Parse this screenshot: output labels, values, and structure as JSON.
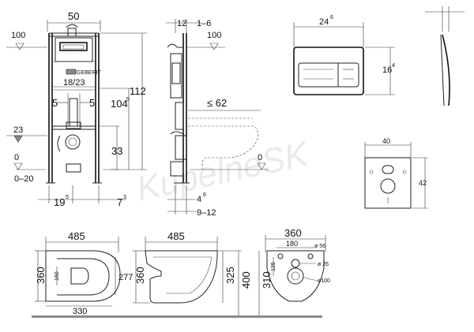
{
  "watermark": "KupelneSK",
  "front_view": {
    "width": "50",
    "level_left": "100",
    "badge": "18/23",
    "inner_left": "5",
    "inner_right": "5",
    "height_total": "112",
    "height_mid": "104",
    "height_mid_sup": "5",
    "level_23": "23",
    "level_zero": "0",
    "floor_range": "0–20",
    "height_33": "33",
    "bottom_left": "19",
    "bottom_left_sup": "5",
    "bottom_right": "7",
    "bottom_right_sup": "3",
    "brand": "GEBERIT"
  },
  "side_view": {
    "top_a": "12",
    "top_b": "1–6",
    "level_100": "100",
    "projection": "≤ 62",
    "level_zero": "0",
    "bottom_a": "4",
    "bottom_a_sup": "6",
    "bottom_b": "9–12"
  },
  "flush_plate": {
    "width": "24",
    "width_sup": "6",
    "height": "16",
    "height_sup": "4"
  },
  "opening": {
    "width": "40",
    "height": "42"
  },
  "bowl_top": {
    "length": "485",
    "width": "360",
    "inner_len": "277",
    "offset": "160",
    "base": "330"
  },
  "bowl_side": {
    "length": "485",
    "height": "360",
    "rim_height": "325",
    "total_height": "400"
  },
  "bowl_rear": {
    "width": "360",
    "hole_spacing": "180",
    "hole_dia": "ø 56",
    "pipe_dia": "ø 26",
    "drain_dia": "ø100",
    "drain_offset": "135",
    "drain_height": "310"
  }
}
